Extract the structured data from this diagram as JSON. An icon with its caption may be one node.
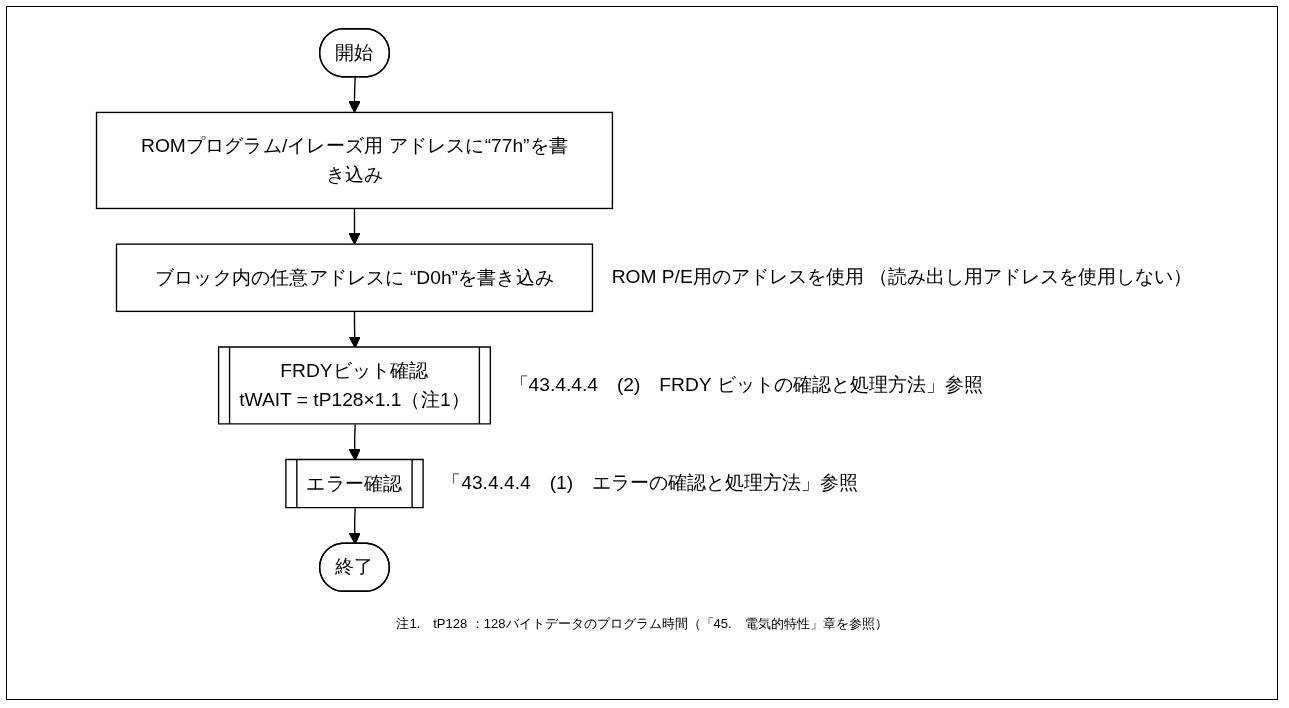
{
  "diagram": {
    "nodes": [
      {
        "text": [
          "開始"
        ]
      },
      {
        "text": [
          "ROMプログラム/イレーズ用 アドレスに“77h”を書き込み"
        ]
      },
      {
        "text": [
          "ブロック内の任意アドレスに “D0h”を書き込み"
        ],
        "beside": [
          "ROM P/E用のアドレスを使用 （読み出し用アドレスを使用しない）"
        ]
      },
      {
        "text": [
          "FRDYビット確認",
          "tWAIT = tP128×1.1（注1）"
        ],
        "beside": [
          "「43.4.4.4　(2)　FRDY ビットの確認と処理方法」参照"
        ]
      },
      {
        "text": [
          "エラー確認"
        ],
        "beside": [
          "「43.4.4.4　(1)　エラーの確認と処理方法」参照"
        ]
      },
      {
        "text": [
          "終了"
        ]
      }
    ],
    "edges": [
      {
        "from": 0,
        "to": 1,
        "arrow": "to"
      },
      {
        "from": 1,
        "to": 2,
        "arrow": "to"
      },
      {
        "from": 2,
        "to": 3,
        "arrow": "to"
      },
      {
        "from": 3,
        "to": 4,
        "arrow": "to"
      },
      {
        "from": 4,
        "to": 5,
        "arrow": "to"
      }
    ],
    "labels": [
      "注1.　tP128 ：128バイトデータのプログラム時間（「45.　電気的特性」章を参照）"
    ]
  }
}
